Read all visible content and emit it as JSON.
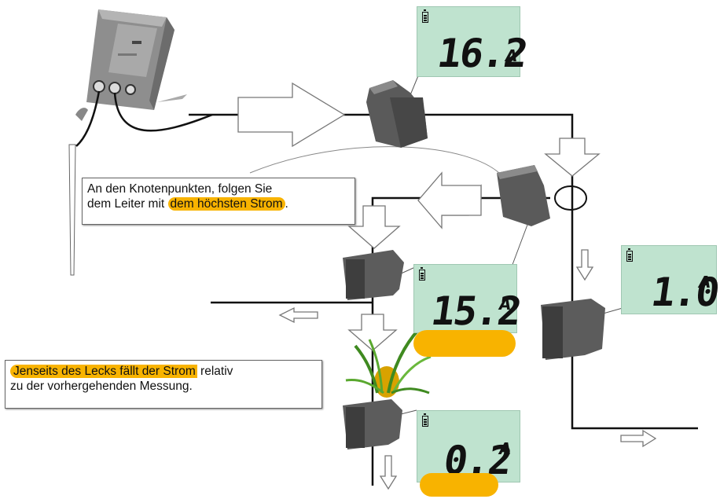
{
  "displays": [
    {
      "id": "main",
      "reading": "16.2",
      "unit": "A",
      "arrow": "long"
    },
    {
      "id": "branch-before-leak",
      "reading": "15.2",
      "unit": "A",
      "arrow": "long"
    },
    {
      "id": "right-branch",
      "reading": "1.0",
      "unit": "A",
      "arrow": "short"
    },
    {
      "id": "after-leak",
      "reading": "0.2",
      "unit": "A",
      "arrow": "none"
    }
  ],
  "callouts": {
    "junction": {
      "line1": "An den  Knotenpunkten, folgen Sie",
      "line2_plain": "dem Leiter mit ",
      "line2_highlight": "dem höchsten Strom",
      "line2_end": "."
    },
    "leak": {
      "line1_highlight": "Jenseits des Lecks fällt der Strom",
      "line1_plain": " relativ",
      "line2": "zu der vorhergehenden Messung."
    }
  },
  "colors": {
    "lcd_background": "#bfe3cf",
    "highlight": "#f8b300",
    "wire": "#111111",
    "device": "#555555"
  },
  "icons": [
    "battery-icon",
    "current-direction-arrow-icon",
    "lightning-bolt-icon",
    "flow-arrow-icon",
    "grass-leak-icon"
  ]
}
